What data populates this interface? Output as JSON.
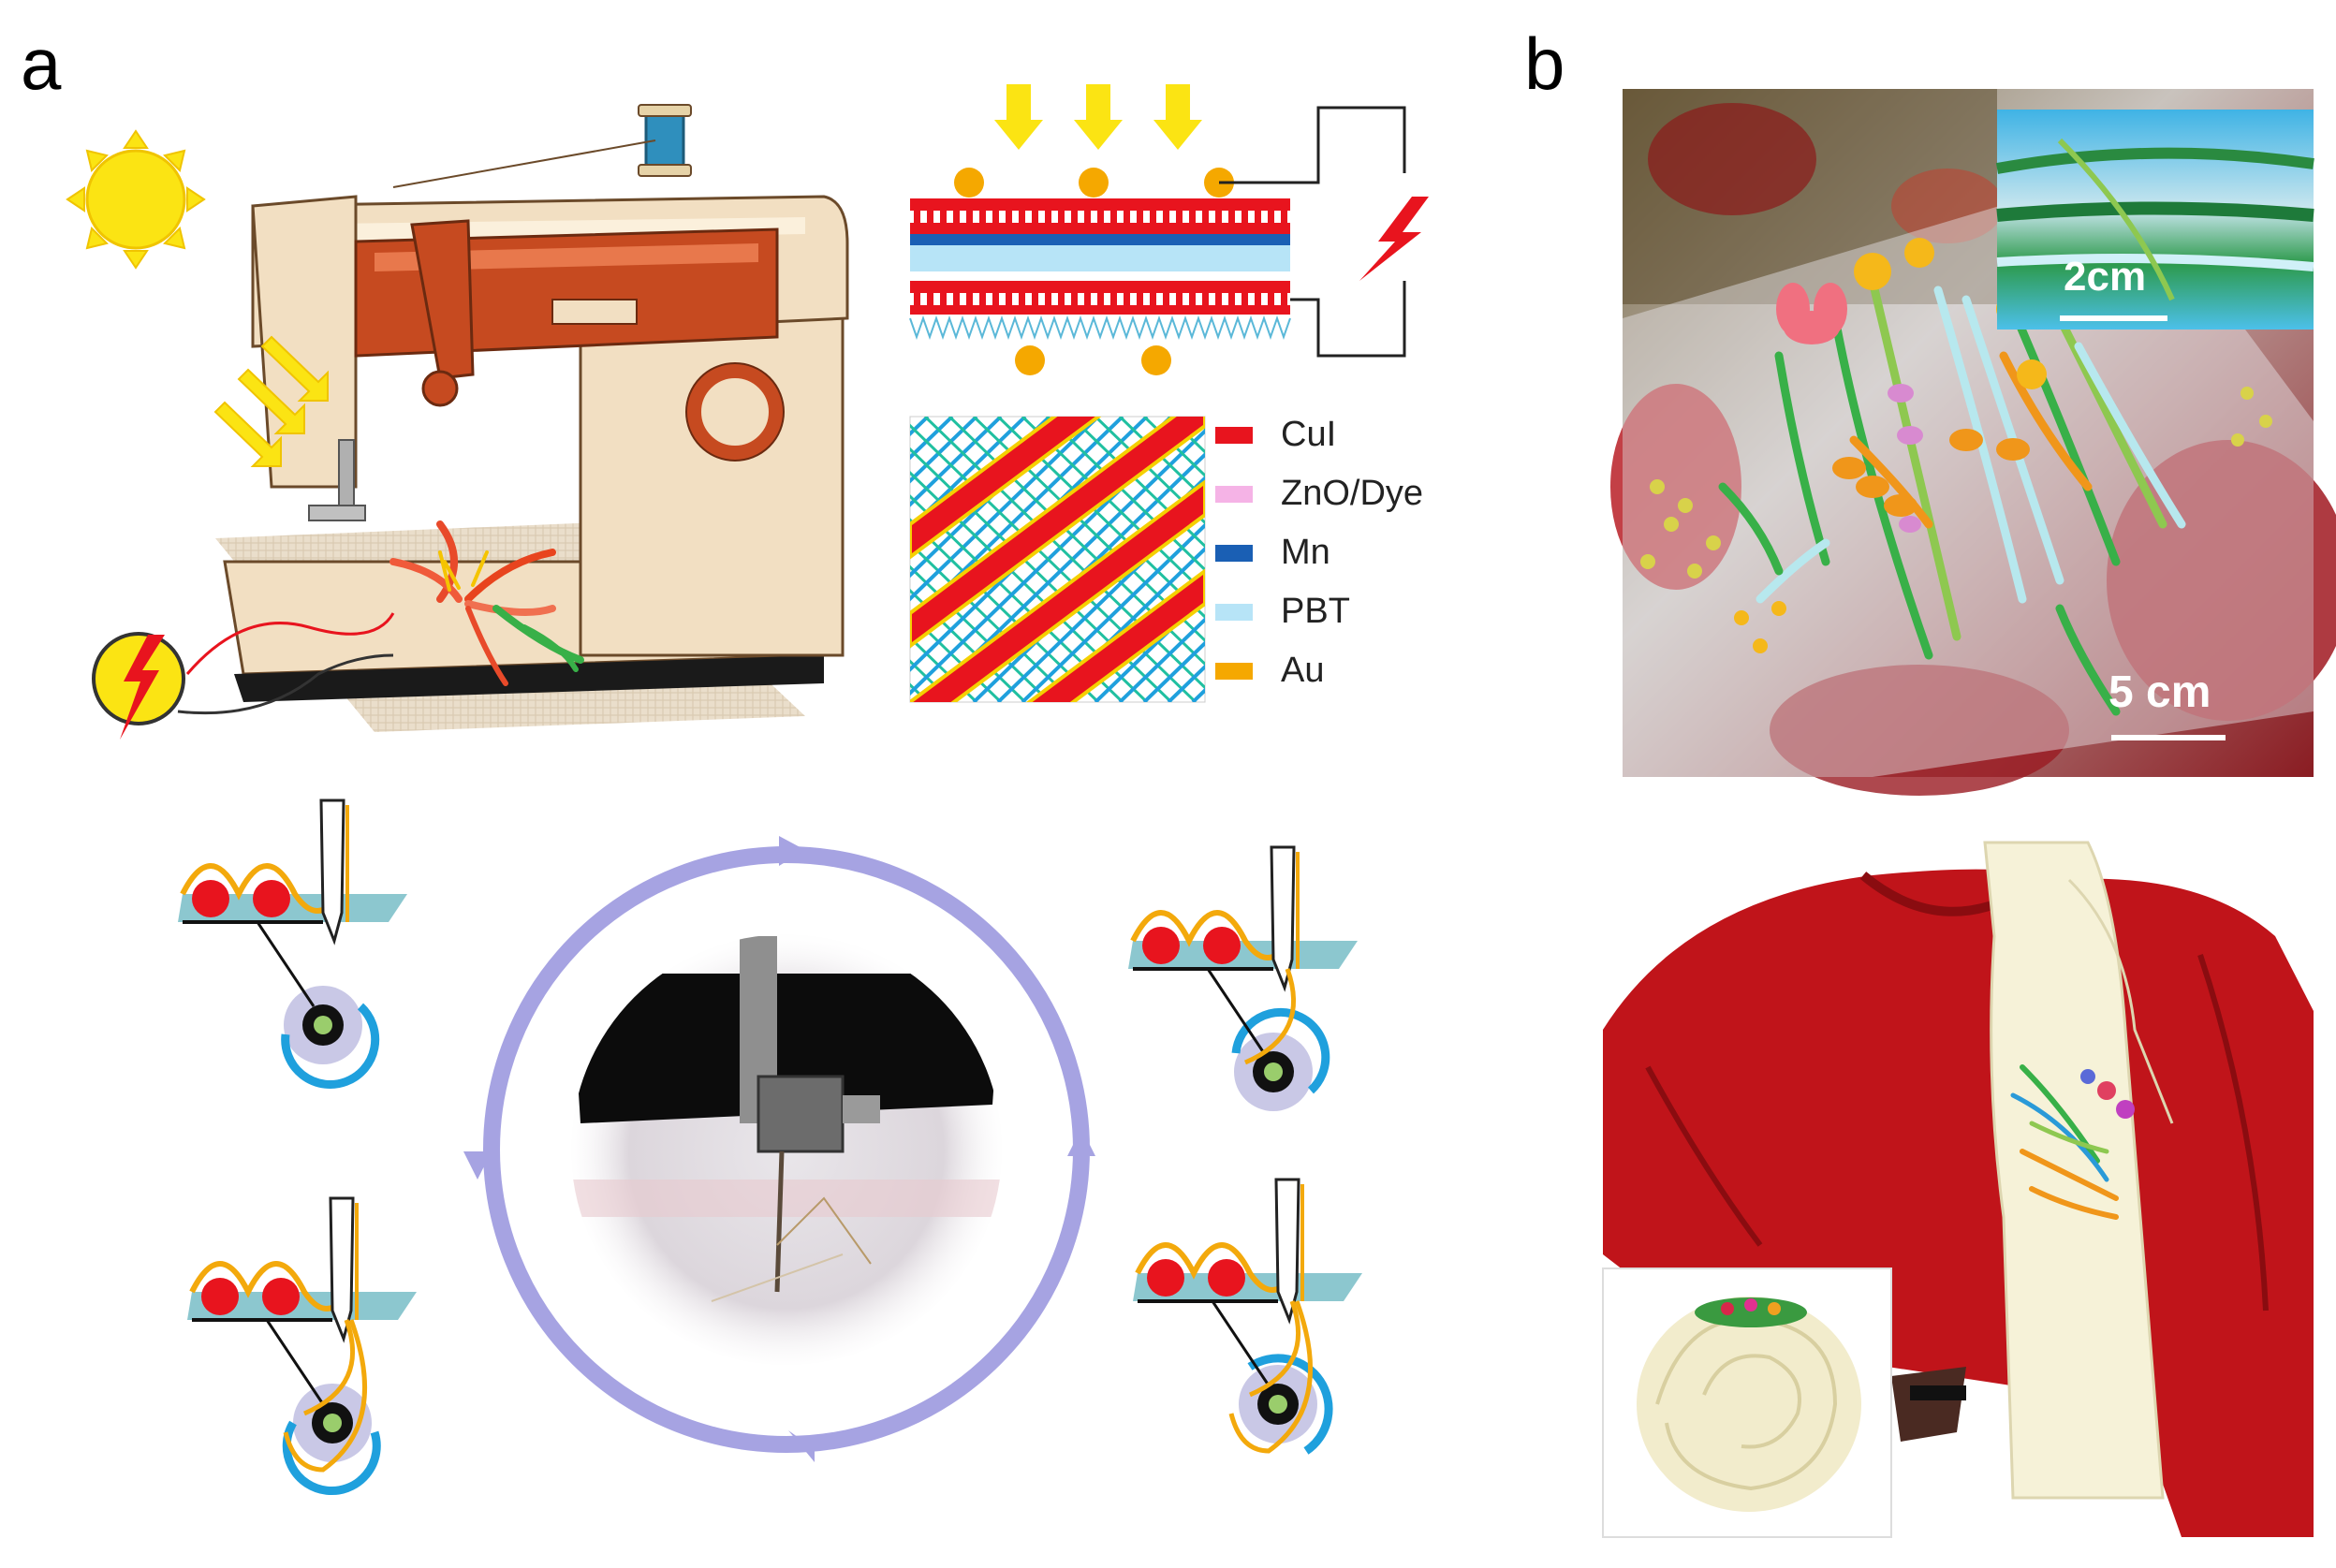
{
  "panels": {
    "a": {
      "label": "a"
    },
    "b": {
      "label": "b"
    }
  },
  "legend": {
    "items": [
      {
        "label": "CuI",
        "color": "#e8141e"
      },
      {
        "label": "ZnO/Dye",
        "color": "#f5b3e6"
      },
      {
        "label": "Mn",
        "color": "#1a5fb4"
      },
      {
        "label": "PBT",
        "color": "#b7e4f7"
      },
      {
        "label": "Au",
        "color": "#f5a800"
      }
    ]
  },
  "photos": {
    "bouquet": {
      "scale_main": "5 cm",
      "scale_inset": "2cm"
    }
  },
  "colors": {
    "cycle_ring": "#a6a3e2",
    "yarn": "#f3a90c",
    "bobbin_ring": "#1fa0dd",
    "bead": "#e8141e",
    "fabric": "#8cc7cf",
    "sun": "#fbe413",
    "bolt": "#e8141e"
  }
}
